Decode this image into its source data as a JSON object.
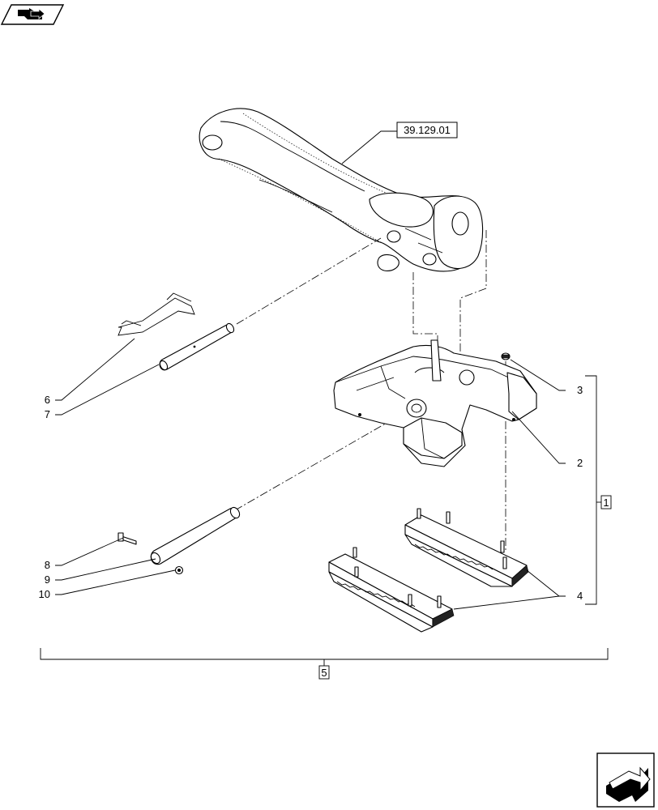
{
  "reference_label": "39.129.01",
  "callouts": {
    "c1": "1",
    "c2": "2",
    "c3": "3",
    "c4": "4",
    "c5": "5",
    "c6": "6",
    "c7": "7",
    "c8": "8",
    "c9": "9",
    "c10": "10"
  },
  "icons": {
    "top_left": "folder-arrow-icon",
    "bottom_right": "next-page-arrow-icon"
  }
}
